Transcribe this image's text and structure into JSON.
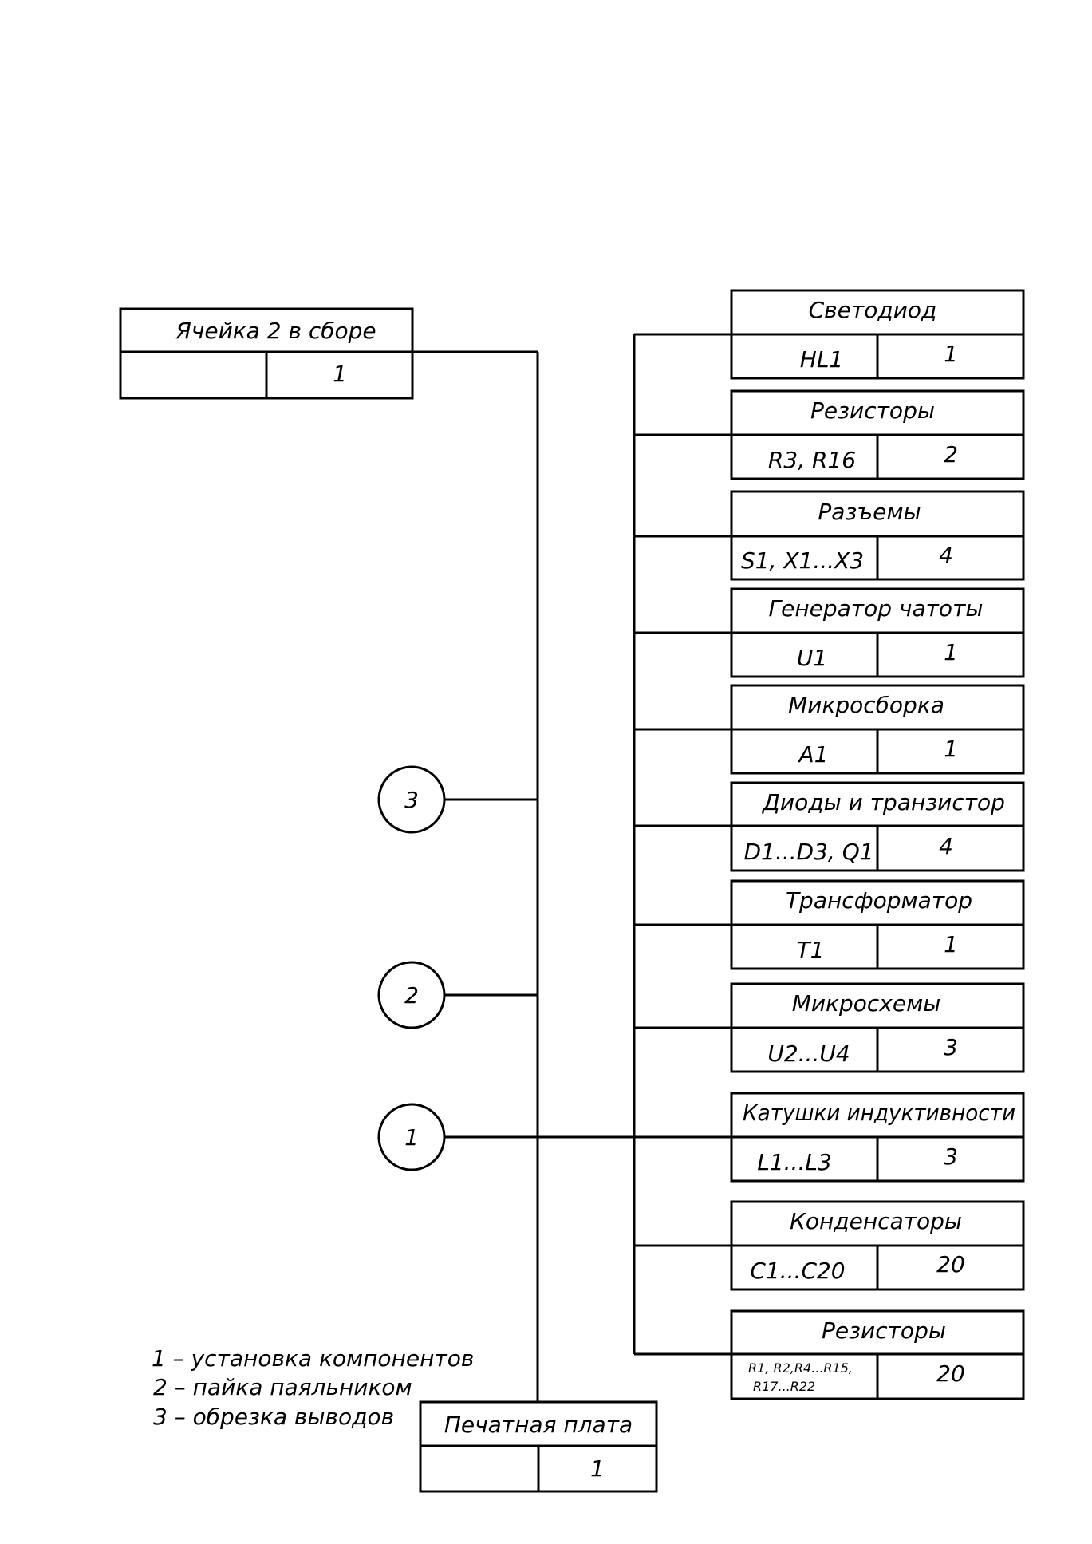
{
  "top_assembly": {
    "name": "Ячейка 2 в сборе",
    "designator": "",
    "qty": "1"
  },
  "base_part": {
    "name": "Печатная плата",
    "designator": "",
    "qty": "1"
  },
  "operations": [
    {
      "num": "3"
    },
    {
      "num": "2"
    },
    {
      "num": "1"
    }
  ],
  "components": [
    {
      "name": "Светодиод",
      "designator": "HL1",
      "qty": "1"
    },
    {
      "name": "Резисторы",
      "designator": "R3, R16",
      "qty": "2"
    },
    {
      "name": "Разъемы",
      "designator": "S1, X1...X3",
      "qty": "4"
    },
    {
      "name": "Генератор чатоты",
      "designator": "U1",
      "qty": "1"
    },
    {
      "name": "Микросборка",
      "designator": "A1",
      "qty": "1"
    },
    {
      "name": "Диоды и транзистор",
      "designator": "D1...D3, Q1",
      "qty": "4"
    },
    {
      "name": "Трансформатор",
      "designator": "T1",
      "qty": "1"
    },
    {
      "name": "Микросхемы",
      "designator": "U2...U4",
      "qty": "3"
    },
    {
      "name": "Катушки индуктивности",
      "designator": "L1...L3",
      "qty": "3"
    },
    {
      "name": "Конденсаторы",
      "designator": "C1...C20",
      "qty": "20"
    },
    {
      "name": "Резисторы",
      "designator_line1": "R1, R2,R4...R15,",
      "designator_line2": "R17...R22",
      "qty": "20"
    }
  ],
  "legend": [
    "1 – установка компонентов",
    "2 – пайка паяльником",
    "3 – обрезка выводов"
  ]
}
